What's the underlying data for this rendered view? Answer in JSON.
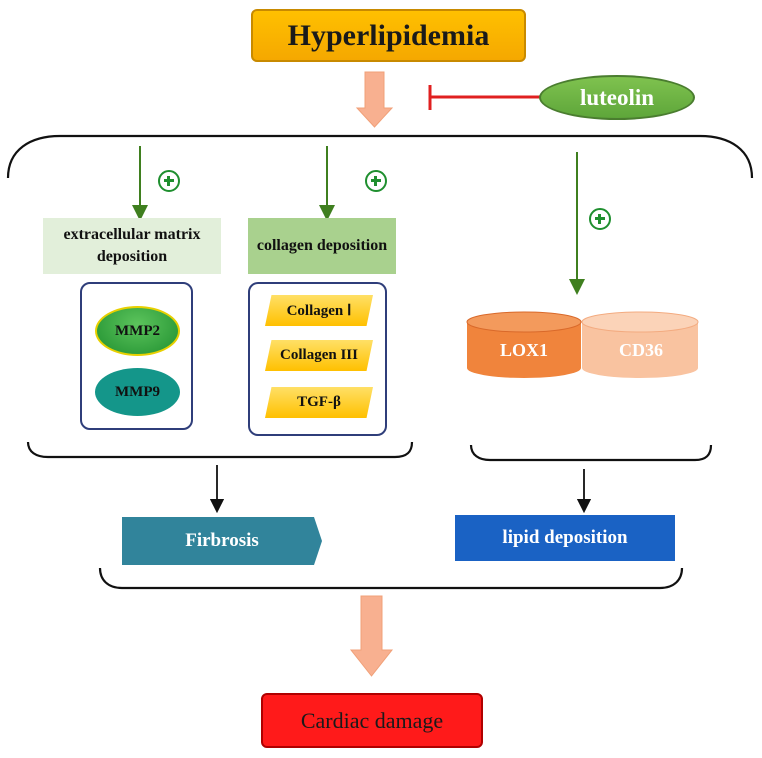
{
  "nodes": {
    "hyperlipidemia": "Hyperlipidemia",
    "luteolin": "luteolin",
    "ecm_deposition": "extracellular matrix deposition",
    "collagen_deposition": "collagen deposition",
    "mmp2": "MMP2",
    "mmp9": "MMP9",
    "collagen1": "Collagen Ⅰ",
    "collagen3": "Collagen III",
    "tgfb": "TGF-β",
    "lox1": "LOX1",
    "cd36": "CD36",
    "fibrosis": "Firbrosis",
    "lipid_deposition": "lipid deposition",
    "cardiac_damage": "Cardiac damage"
  },
  "colors": {
    "hyperlipidemia": "#ffc000",
    "luteolin": "#6bb544",
    "inhibit_line": "#e02020",
    "promote_arrow": "#3f7f1f",
    "big_arrow": "#f8b090",
    "lox1": "#f0843c",
    "cd36": "#f9c3a0",
    "fibrosis": "#31849b",
    "lipid_deposition": "#1a62c4",
    "cardiac_damage": "#ff1a1a"
  },
  "edges": [
    {
      "from": "luteolin",
      "to": "hyperlipidemia",
      "type": "inhibition"
    },
    {
      "from": "hyperlipidemia",
      "to": "ecm_deposition",
      "type": "promotes",
      "icon": "plus-circle-icon"
    },
    {
      "from": "hyperlipidemia",
      "to": "collagen_deposition",
      "type": "promotes",
      "icon": "plus-circle-icon"
    },
    {
      "from": "hyperlipidemia",
      "to": "lox1_cd36",
      "type": "promotes",
      "icon": "plus-circle-icon"
    },
    {
      "from": "ecm_collagen_group",
      "to": "fibrosis",
      "type": "leads-to"
    },
    {
      "from": "lox1_cd36",
      "to": "lipid_deposition",
      "type": "leads-to"
    },
    {
      "from": "fibrosis_lipid_group",
      "to": "cardiac_damage",
      "type": "leads-to"
    }
  ]
}
